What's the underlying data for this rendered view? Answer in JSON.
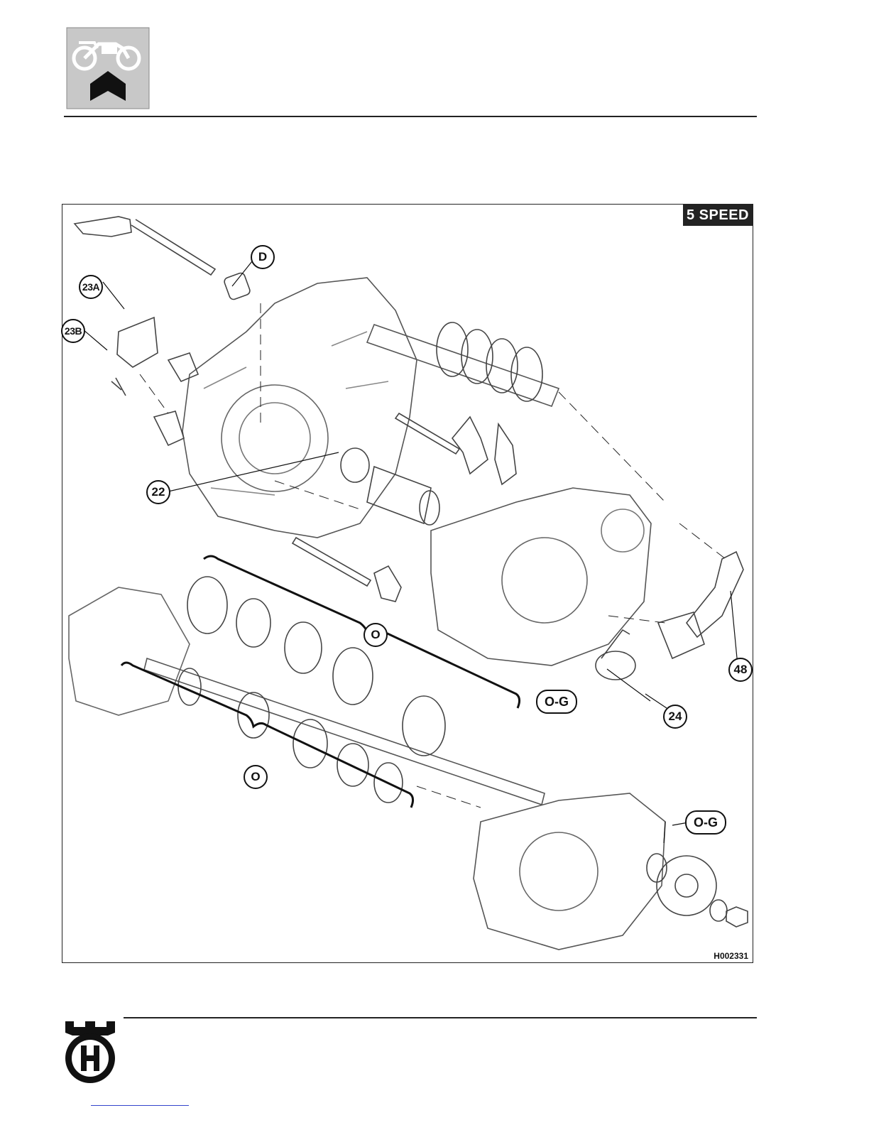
{
  "header": {
    "icon": "motorcycle-engine-section-icon"
  },
  "figure": {
    "badge": "5 SPEED",
    "code": "H002331",
    "callouts": {
      "d": "D",
      "c23a": "23A",
      "c23b": "23B",
      "c22": "22",
      "o_upper": "O",
      "o_lower": "O",
      "og_left": "O-G",
      "og_right": "O-G",
      "c24": "24",
      "c48": "48"
    }
  },
  "footer": {
    "logo": "husqvarna-logo-icon"
  },
  "colors": {
    "line": "#222222",
    "badge_bg": "#232323",
    "icon_bg": "#c8c8c8"
  }
}
